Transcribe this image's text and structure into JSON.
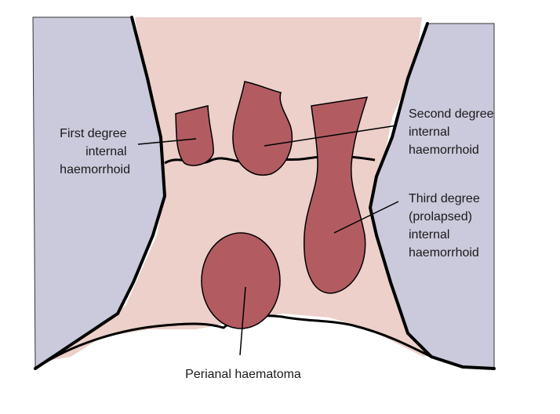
{
  "colors": {
    "wall": "#cbc9dc",
    "canal": "#ecd0c9",
    "lesion": "#b25c62",
    "outline": "#000000"
  },
  "labels": {
    "first_degree": [
      "First degree",
      "internal",
      "haemorrhoid"
    ],
    "second_degree": [
      "Second degree",
      "internal",
      "haemorrhoid"
    ],
    "third_degree": [
      "Third degree",
      "(prolapsed)",
      "internal",
      "haemorrhoid"
    ],
    "perianal": [
      "Perianal haematoma"
    ]
  }
}
